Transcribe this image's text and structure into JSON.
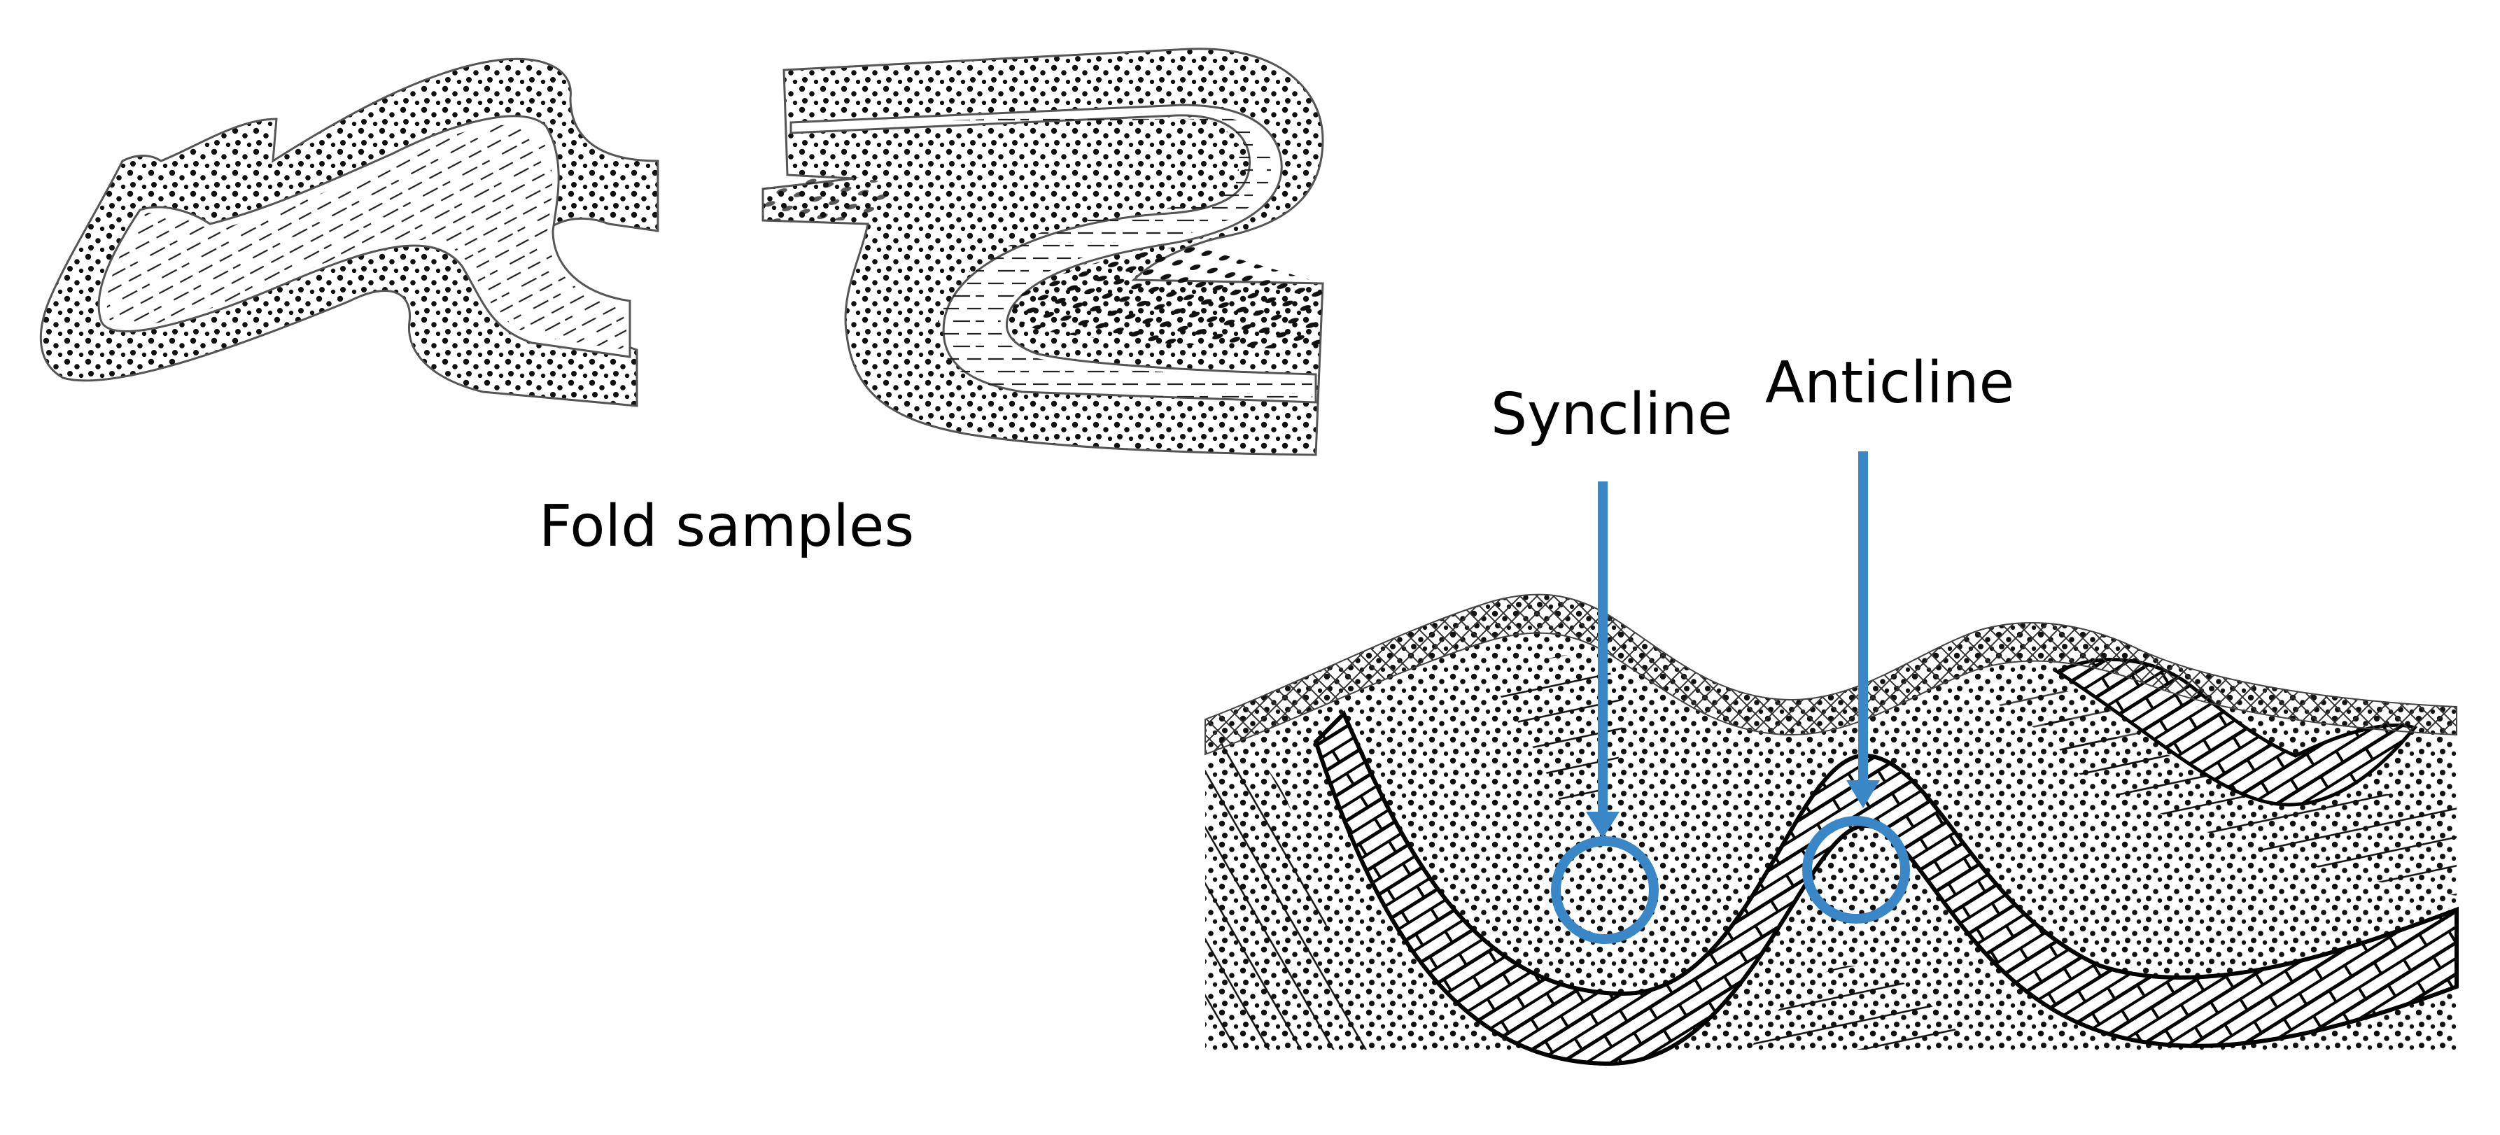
{
  "caption": "Fold samples",
  "annotations": {
    "syncline": "Syncline",
    "anticline": "Anticline"
  },
  "colors": {
    "accent": "#3a87c8",
    "ink": "#1a1a1a",
    "background": "#ffffff"
  }
}
